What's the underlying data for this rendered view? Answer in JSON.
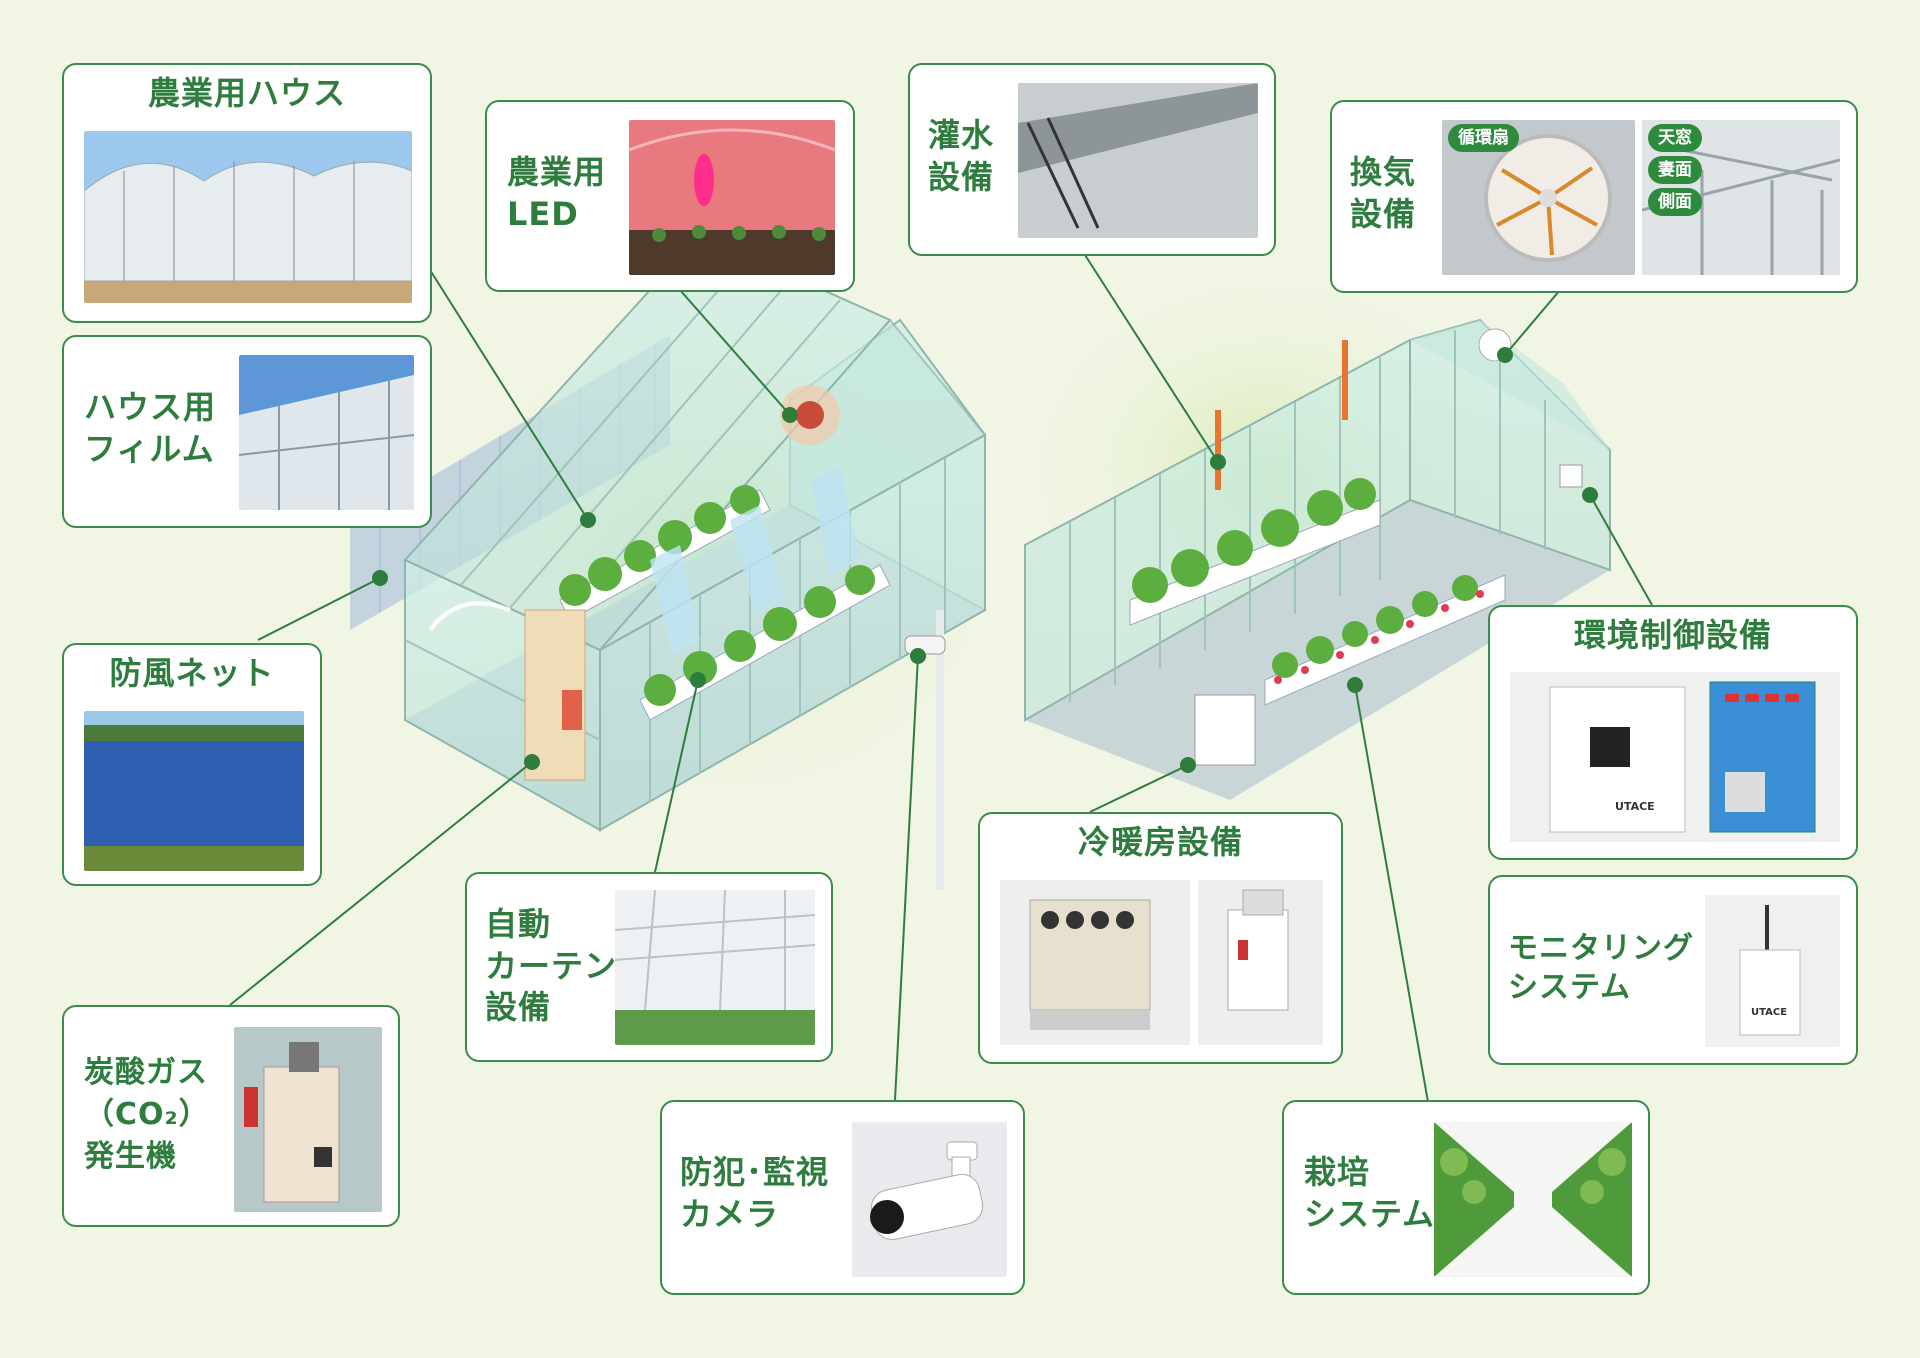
{
  "items": {
    "house": "農業用ハウス",
    "film": "ハウス用\nフィルム",
    "windnet": "防風ネット",
    "co2": "炭酸ガス\n（CO₂）\n発生機",
    "led": "農業用\nLED",
    "curtain": "自動\nカーテン\n設備",
    "camera": "防犯･監視\nカメラ",
    "irrigation": "灌水\n設備",
    "ventilation": "換気\n設備",
    "hvac": "冷暖房設備",
    "cultivation": "栽培\nシステム",
    "env_control": "環境制御設備",
    "monitoring": "モニタリング\nシステム"
  },
  "ventilation_tags": [
    "循環扇",
    "天窓",
    "妻面",
    "側面"
  ],
  "product_labels": {
    "utace_1": "UTACE",
    "utace_2": "UTACE"
  },
  "colors": {
    "background": "#f1f5e4",
    "accent": "#2e7d3e",
    "border": "#3a8c4a"
  }
}
